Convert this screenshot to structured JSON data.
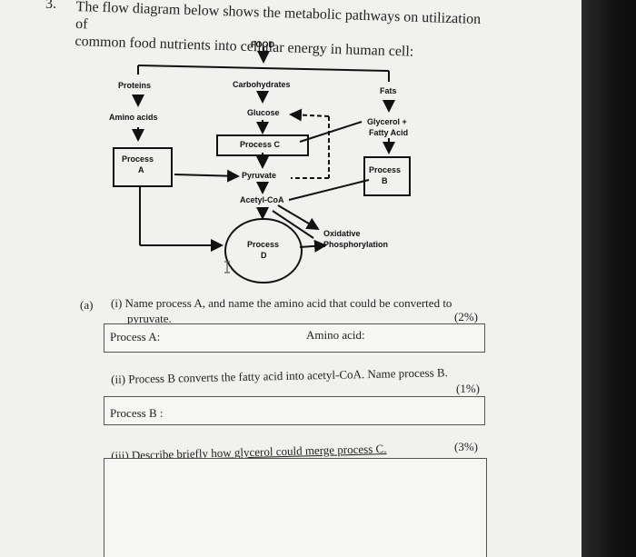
{
  "question": {
    "number": "3.",
    "intro_line1": "The flow diagram below shows the metabolic pathways on utilization of",
    "intro_line2": "common food nutrients into cellular energy in human cell:"
  },
  "diagram": {
    "food": "FOOD",
    "proteins": "Proteins",
    "carbohydrates": "Carbohydrates",
    "fats": "Fats",
    "amino_acids": "Amino acids",
    "glucose": "Glucose",
    "glycerol": "Glycerol +",
    "fatty_acid": "Fatty Acid",
    "process_a_line1": "Process",
    "process_a_line2": "A",
    "process_b_line1": "Process",
    "process_b_line2": "B",
    "process_c": "Process C",
    "pyruvate": "Pyruvate",
    "acetyl_coa": "Acetyl-CoA",
    "process_d_line1": "Process",
    "process_d_line2": "D",
    "oxidative_line1": "Oxidative",
    "oxidative_line2": "Phosphorylation"
  },
  "part_a": {
    "label": "(a)",
    "q1_line1": "(i) Name process A, and name the amino acid that could be converted to",
    "q1_line2": "pyruvate.",
    "q1_marks": "(2%)",
    "q1_field1": "Process A:",
    "q1_field2": "Amino acid:",
    "q2_text": "(ii) Process B converts the fatty acid into acetyl-CoA. Name process B.",
    "q2_marks": "(1%)",
    "q2_field": "Process B :",
    "q3_text": "(iii) Describe briefly how glycerol could merge process C.",
    "q3_marks": "(3%)"
  }
}
